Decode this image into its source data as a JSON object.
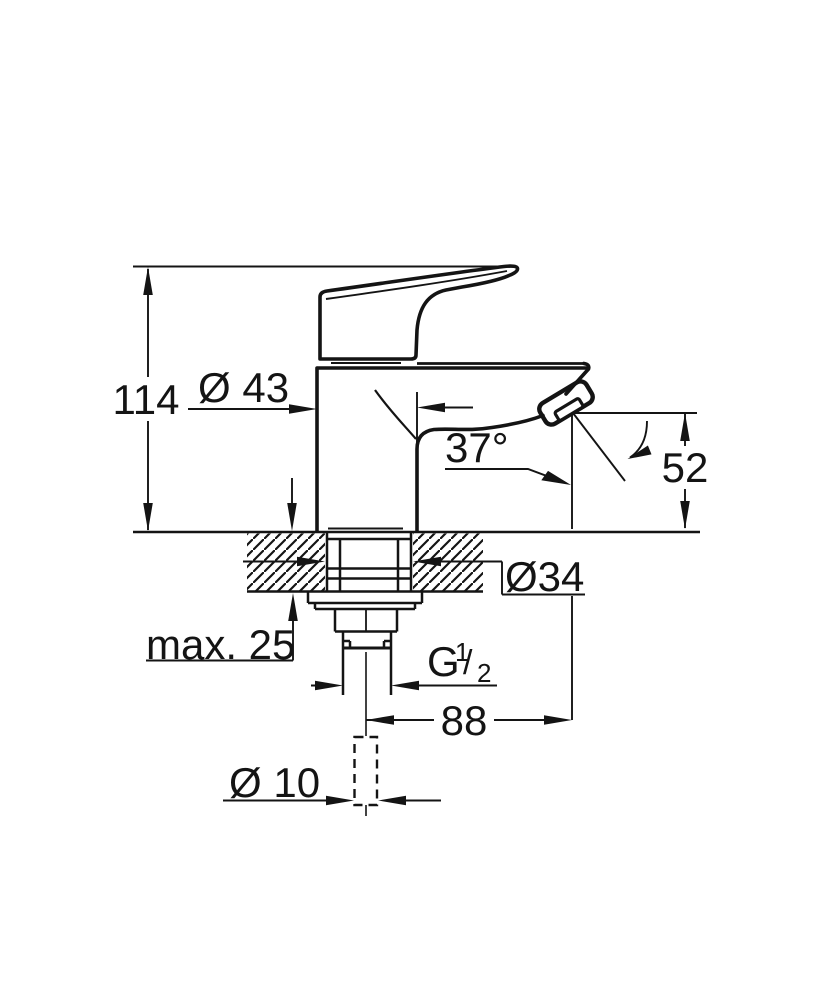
{
  "drawing": {
    "type": "technical-dimension-drawing",
    "subject": "single-lever basin pillar tap, side view with mounting shank and flexible connection",
    "colors": {
      "line": "#141414",
      "background": "#ffffff"
    },
    "labels": {
      "total_height": "114",
      "body_diameter": "Ø 43",
      "spout_angle": "37°",
      "outlet_height": "52",
      "shank_diameter": "Ø34",
      "max_counter_thickness": "max. 25",
      "thread": {
        "letter": "G",
        "numerator": "1",
        "slash": "/",
        "denominator": "2"
      },
      "spout_reach": "88",
      "hose_diameter": "Ø 10"
    }
  }
}
